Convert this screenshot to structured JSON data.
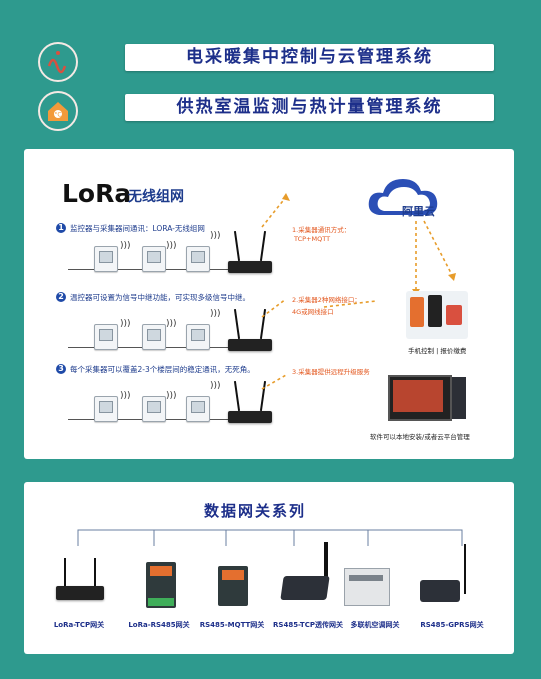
{
  "header": {
    "title1": "电采暖集中控制与云管理系统",
    "title2": "供热室温监测与热计量管理系统"
  },
  "lora": {
    "logo": "LoRa",
    "subtitle": "无线组网",
    "steps": [
      {
        "num": "1",
        "text": "监控器与采集器间通讯：LORA-无线组网"
      },
      {
        "num": "2",
        "text": "温控器可设置为信号中继功能，可实现多级信号中继。"
      },
      {
        "num": "3",
        "text": "每个采集器可以覆盖2-3个楼层间的稳定通讯，无死角。"
      }
    ],
    "annotations": {
      "a1_line1": "1.采集器通讯方式：",
      "a1_line2": "TCP+MQTT",
      "a2_line1": "2.采集器2种网络接口：",
      "a2_line2": "4G或网线接口",
      "a3": "3.采集器提供远程升级服务"
    },
    "cloud_label": "阿里云",
    "phone_caption": "手机控制 | 报价缴费",
    "pc_caption": "软件可以本地安装/或者云平台管理"
  },
  "gateway": {
    "title": "数据网关系列",
    "products": [
      {
        "label": "LoRa-TCP网关"
      },
      {
        "label": "LoRa-RS485网关"
      },
      {
        "label": "RS485-MQTT网关"
      },
      {
        "label": "RS485-TCP透传网关"
      },
      {
        "label": "多联机空调网关"
      },
      {
        "label": "RS485-GPRS网关"
      }
    ]
  },
  "colors": {
    "background": "#2e9a8e",
    "title_blue": "#1d2f8a",
    "annotation_orange": "#e3571e",
    "cloud_blue": "#2b4fb6",
    "icon_red": "#d9503f",
    "icon_orange": "#f39a3a"
  }
}
